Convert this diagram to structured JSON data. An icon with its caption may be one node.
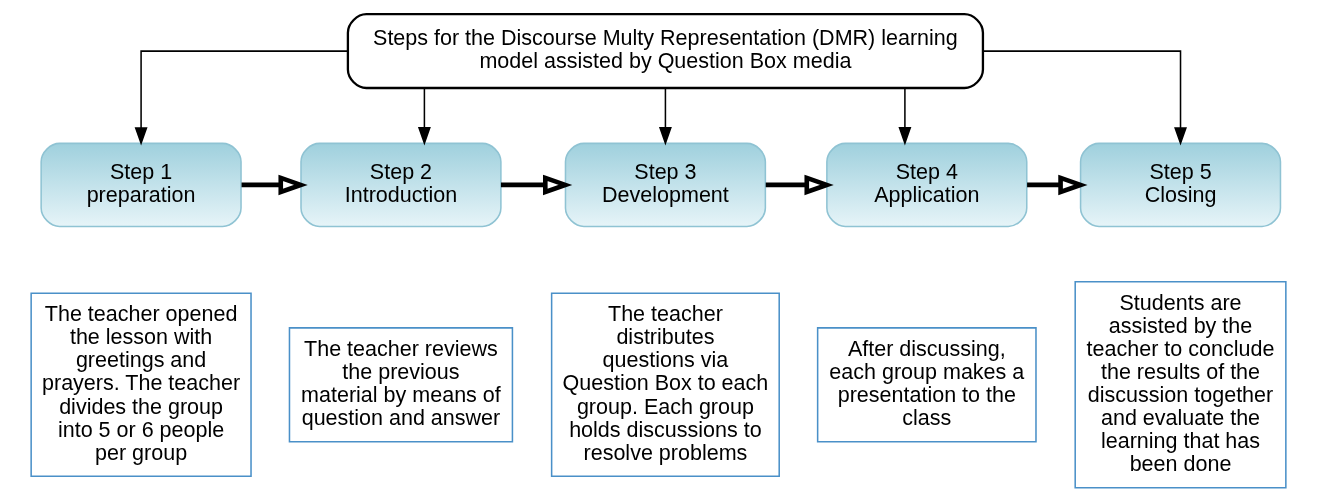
{
  "diagram": {
    "nodes": [
      {
        "text": [
          "Steps for the Discourse Multy Representation (DMR) learning model assisted by Question Box media"
        ]
      },
      {
        "text": [
          "Step 1",
          "preparation"
        ]
      },
      {
        "text": [
          "Step 2",
          "Introduction"
        ]
      },
      {
        "text": [
          "Step 3",
          "Development"
        ]
      },
      {
        "text": [
          "Step 4",
          "Application"
        ]
      },
      {
        "text": [
          "Step 5",
          "Closing"
        ]
      },
      {
        "text": [
          "The teacher opened the lesson with greetings and prayers. The teacher divides the group into 5 or 6 people per group"
        ]
      },
      {
        "text": [
          "The teacher reviews the previous material by means of question and answer"
        ]
      },
      {
        "text": [
          "The teacher distributes questions via Question Box to each group. Each group holds discussions to resolve problems"
        ]
      },
      {
        "text": [
          "After discussing, each group makes a presentation to the class"
        ]
      },
      {
        "text": [
          "Students are assisted by the teacher to conclude the results of the discussion together and evaluate the learning that has been done"
        ]
      }
    ],
    "edges": [
      {
        "from": 0,
        "to": 1,
        "arrow": "to"
      },
      {
        "from": 0,
        "to": 2,
        "arrow": "to"
      },
      {
        "from": 0,
        "to": 3,
        "arrow": "to"
      },
      {
        "from": 0,
        "to": 4,
        "arrow": "to"
      },
      {
        "from": 0,
        "to": 5,
        "arrow": "to"
      },
      {
        "from": 1,
        "to": 2,
        "arrow": "to",
        "style": "thick"
      },
      {
        "from": 2,
        "to": 3,
        "arrow": "to",
        "style": "thick"
      },
      {
        "from": 3,
        "to": 4,
        "arrow": "to",
        "style": "thick"
      },
      {
        "from": 4,
        "to": 5,
        "arrow": "to",
        "style": "thick"
      }
    ]
  }
}
